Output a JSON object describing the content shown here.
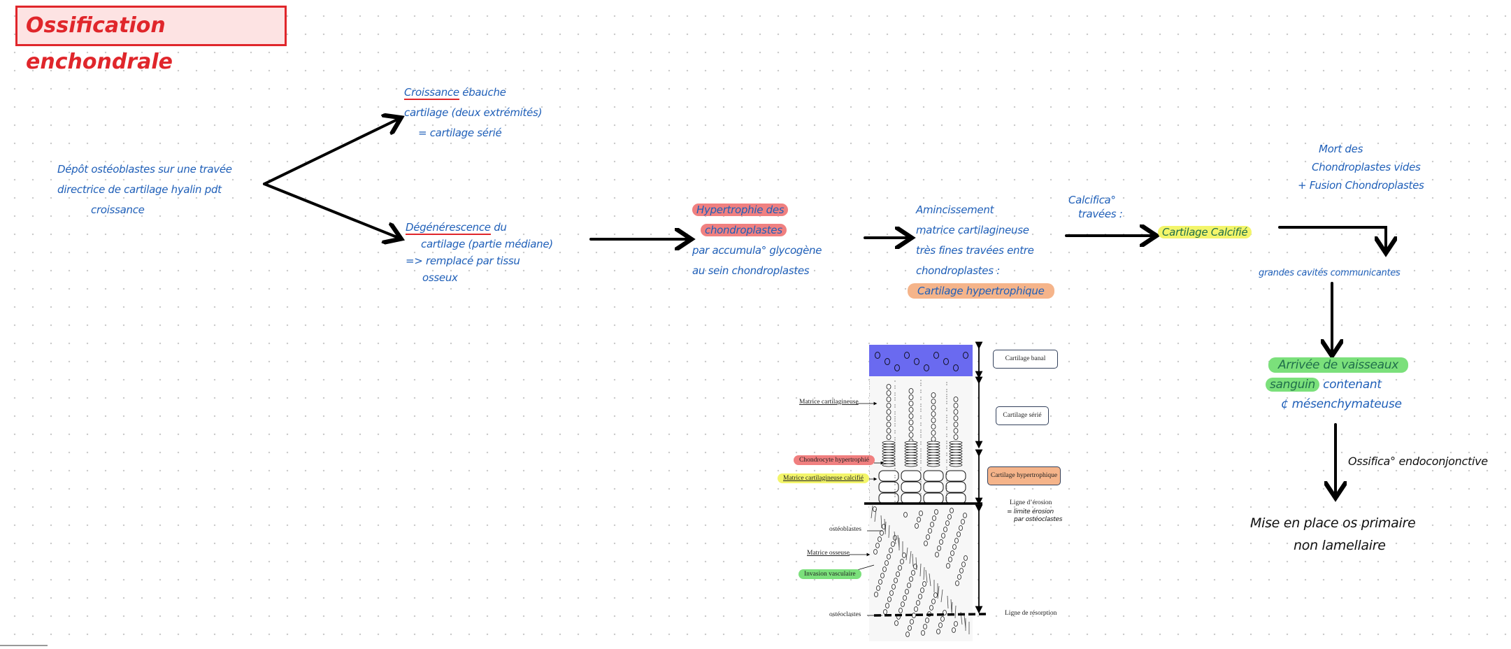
{
  "title": "Ossification enchondrale",
  "left_note": [
    "Dépôt ostéoblastes sur une travée",
    "directrice de cartilage hyalin pdt",
    "croissance"
  ],
  "branch_top": {
    "underlined": "Croissance",
    "lines": [
      "ébauche",
      "cartilage (deux extrémités)",
      "= cartilage sérié"
    ]
  },
  "branch_bottom": {
    "underlined": "Dégénérescence",
    "lines": [
      "du",
      "cartilage (partie médiane)",
      "=> remplacé par tissu",
      "osseux"
    ]
  },
  "hypertrophy": {
    "highlight1": "Hypertrophie des",
    "highlight2": "chondroplastes",
    "lines": [
      "par accumula° glycogène",
      "au sein chondroplastes"
    ]
  },
  "thinning": {
    "lines": [
      "Amincissement",
      "matrice cartilagineuse",
      "très fines travées entre",
      "chondroplastes :"
    ],
    "highlight": "Cartilage hypertrophique"
  },
  "calcification_label": [
    "Calcifica°",
    "travées :"
  ],
  "calcified": "Cartilage Calcifié",
  "death_note": [
    "Mort des",
    "Chondroplastes vides",
    "+ Fusion Chondroplastes"
  ],
  "cavities": "grandes cavités communicantes",
  "vessels": {
    "highlight1": "Arrivée de vaisseaux",
    "highlight2": "sanguin",
    "rest": "contenant",
    "line3": "¢ mésenchymateuse"
  },
  "ossification_label": "Ossifica° endoconjonctive",
  "result": [
    "Mise en place os primaire",
    "non lamellaire"
  ],
  "diagram": {
    "zones": [
      "Cartilage banal",
      "Cartilage sérié",
      "Cartilage hypertrophique"
    ],
    "left_labels": {
      "matrix_cart": "Matrice cartilagineuse",
      "chondrocyte": "Chondrocyte hypertrophié",
      "matrix_calc": "Matrice cartilagineuse calcifié",
      "osteoblasts": "ostéoblastes",
      "matrix_bone": "Matrice osseuse",
      "vascular": "Invasion vasculaire",
      "osteoclasts": "ostéoclastes"
    },
    "erosion": "Ligne d’érosion",
    "erosion_note": [
      "= limite érosion",
      "par ostéoclastes"
    ],
    "resorption": "Ligne de résorption"
  },
  "colors": {
    "ink_blue": "#1f5fb8",
    "red": "#e0262b",
    "pink_hl": "#f08080",
    "orange_hl": "#f5b48a",
    "yellow_hl": "#f3f56a",
    "green_hl": "#7be07b",
    "banal_blue": "#6a6af0"
  }
}
